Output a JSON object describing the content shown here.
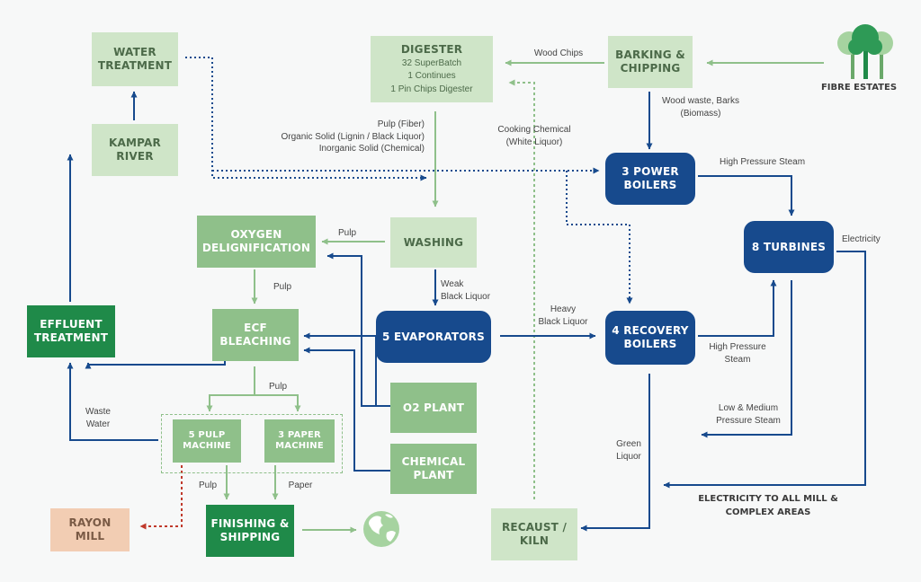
{
  "nodes": {
    "water_treatment": "WATER\nTREATMENT",
    "kampar_river": "KAMPAR\nRIVER",
    "effluent_treatment": "EFFLUENT\nTREATMENT",
    "digester": {
      "title": "DIGESTER",
      "lines": [
        "32 SuperBatch",
        "1 Continues",
        "1 Pin Chips Digester"
      ]
    },
    "barking_chipping": "BARKING &\nCHIPPING",
    "fibre_estates": "FIBRE ESTATES",
    "washing": "WASHING",
    "oxygen_delignification": "OXYGEN\nDELIGNIFICATION",
    "ecf_bleaching": "ECF\nBLEACHING",
    "pulp_machine": "5 PULP\nMACHINE",
    "paper_machine": "3 PAPER\nMACHINE",
    "rayon_mill": "RAYON\nMILL",
    "finishing_shipping": "FINISHING &\nSHIPPING",
    "evaporators": "5 EVAPORATORS",
    "o2_plant": "O2 PLANT",
    "chemical_plant": "CHEMICAL\nPLANT",
    "power_boilers": "3 POWER\nBOILERS",
    "turbines": "8 TURBINES",
    "recovery_boilers": "4 RECOVERY\nBOILERS",
    "recaust_kiln": "RECAUST /\nKILN"
  },
  "labels": {
    "wood_chips": "Wood Chips",
    "wood_waste": "Wood waste, Barks\n(Biomass)",
    "pulp_outputs": "Pulp (Fiber)\nOrganic Solid (Lignin / Black Liquor)\nInorganic Solid (Chemical)",
    "cooking_chemical": "Cooking Chemical\n(White Liquor)",
    "hp_steam_top": "High Pressure Steam",
    "electricity": "Electricity",
    "pulp_to_oxygen": "Pulp",
    "pulp_to_ecf": "Pulp",
    "weak_black_liquor": "Weak\nBlack Liquor",
    "heavy_black_liquor": "Heavy\nBlack Liquor",
    "hp_steam_recovery": "High Pressure\nSteam",
    "low_medium_steam": "Low & Medium\nPressure Steam",
    "pulp_to_machines": "Pulp",
    "waste_water": "Waste\nWater",
    "green_liquor": "Green\nLiquor",
    "pulp_finishing": "Pulp",
    "paper_finishing": "Paper",
    "electricity_all": "ELECTRICITY TO ALL MILL &\nCOMPLEX AREAS"
  },
  "colors": {
    "light_green": "#cfe5c8",
    "medium_green": "#8fc08a",
    "dark_green": "#1f8a49",
    "blue": "#174a8d",
    "peach": "#f2cdb3",
    "red_dashed": "#c0392b"
  },
  "icons": [
    "trees-icon",
    "globe-icon"
  ]
}
